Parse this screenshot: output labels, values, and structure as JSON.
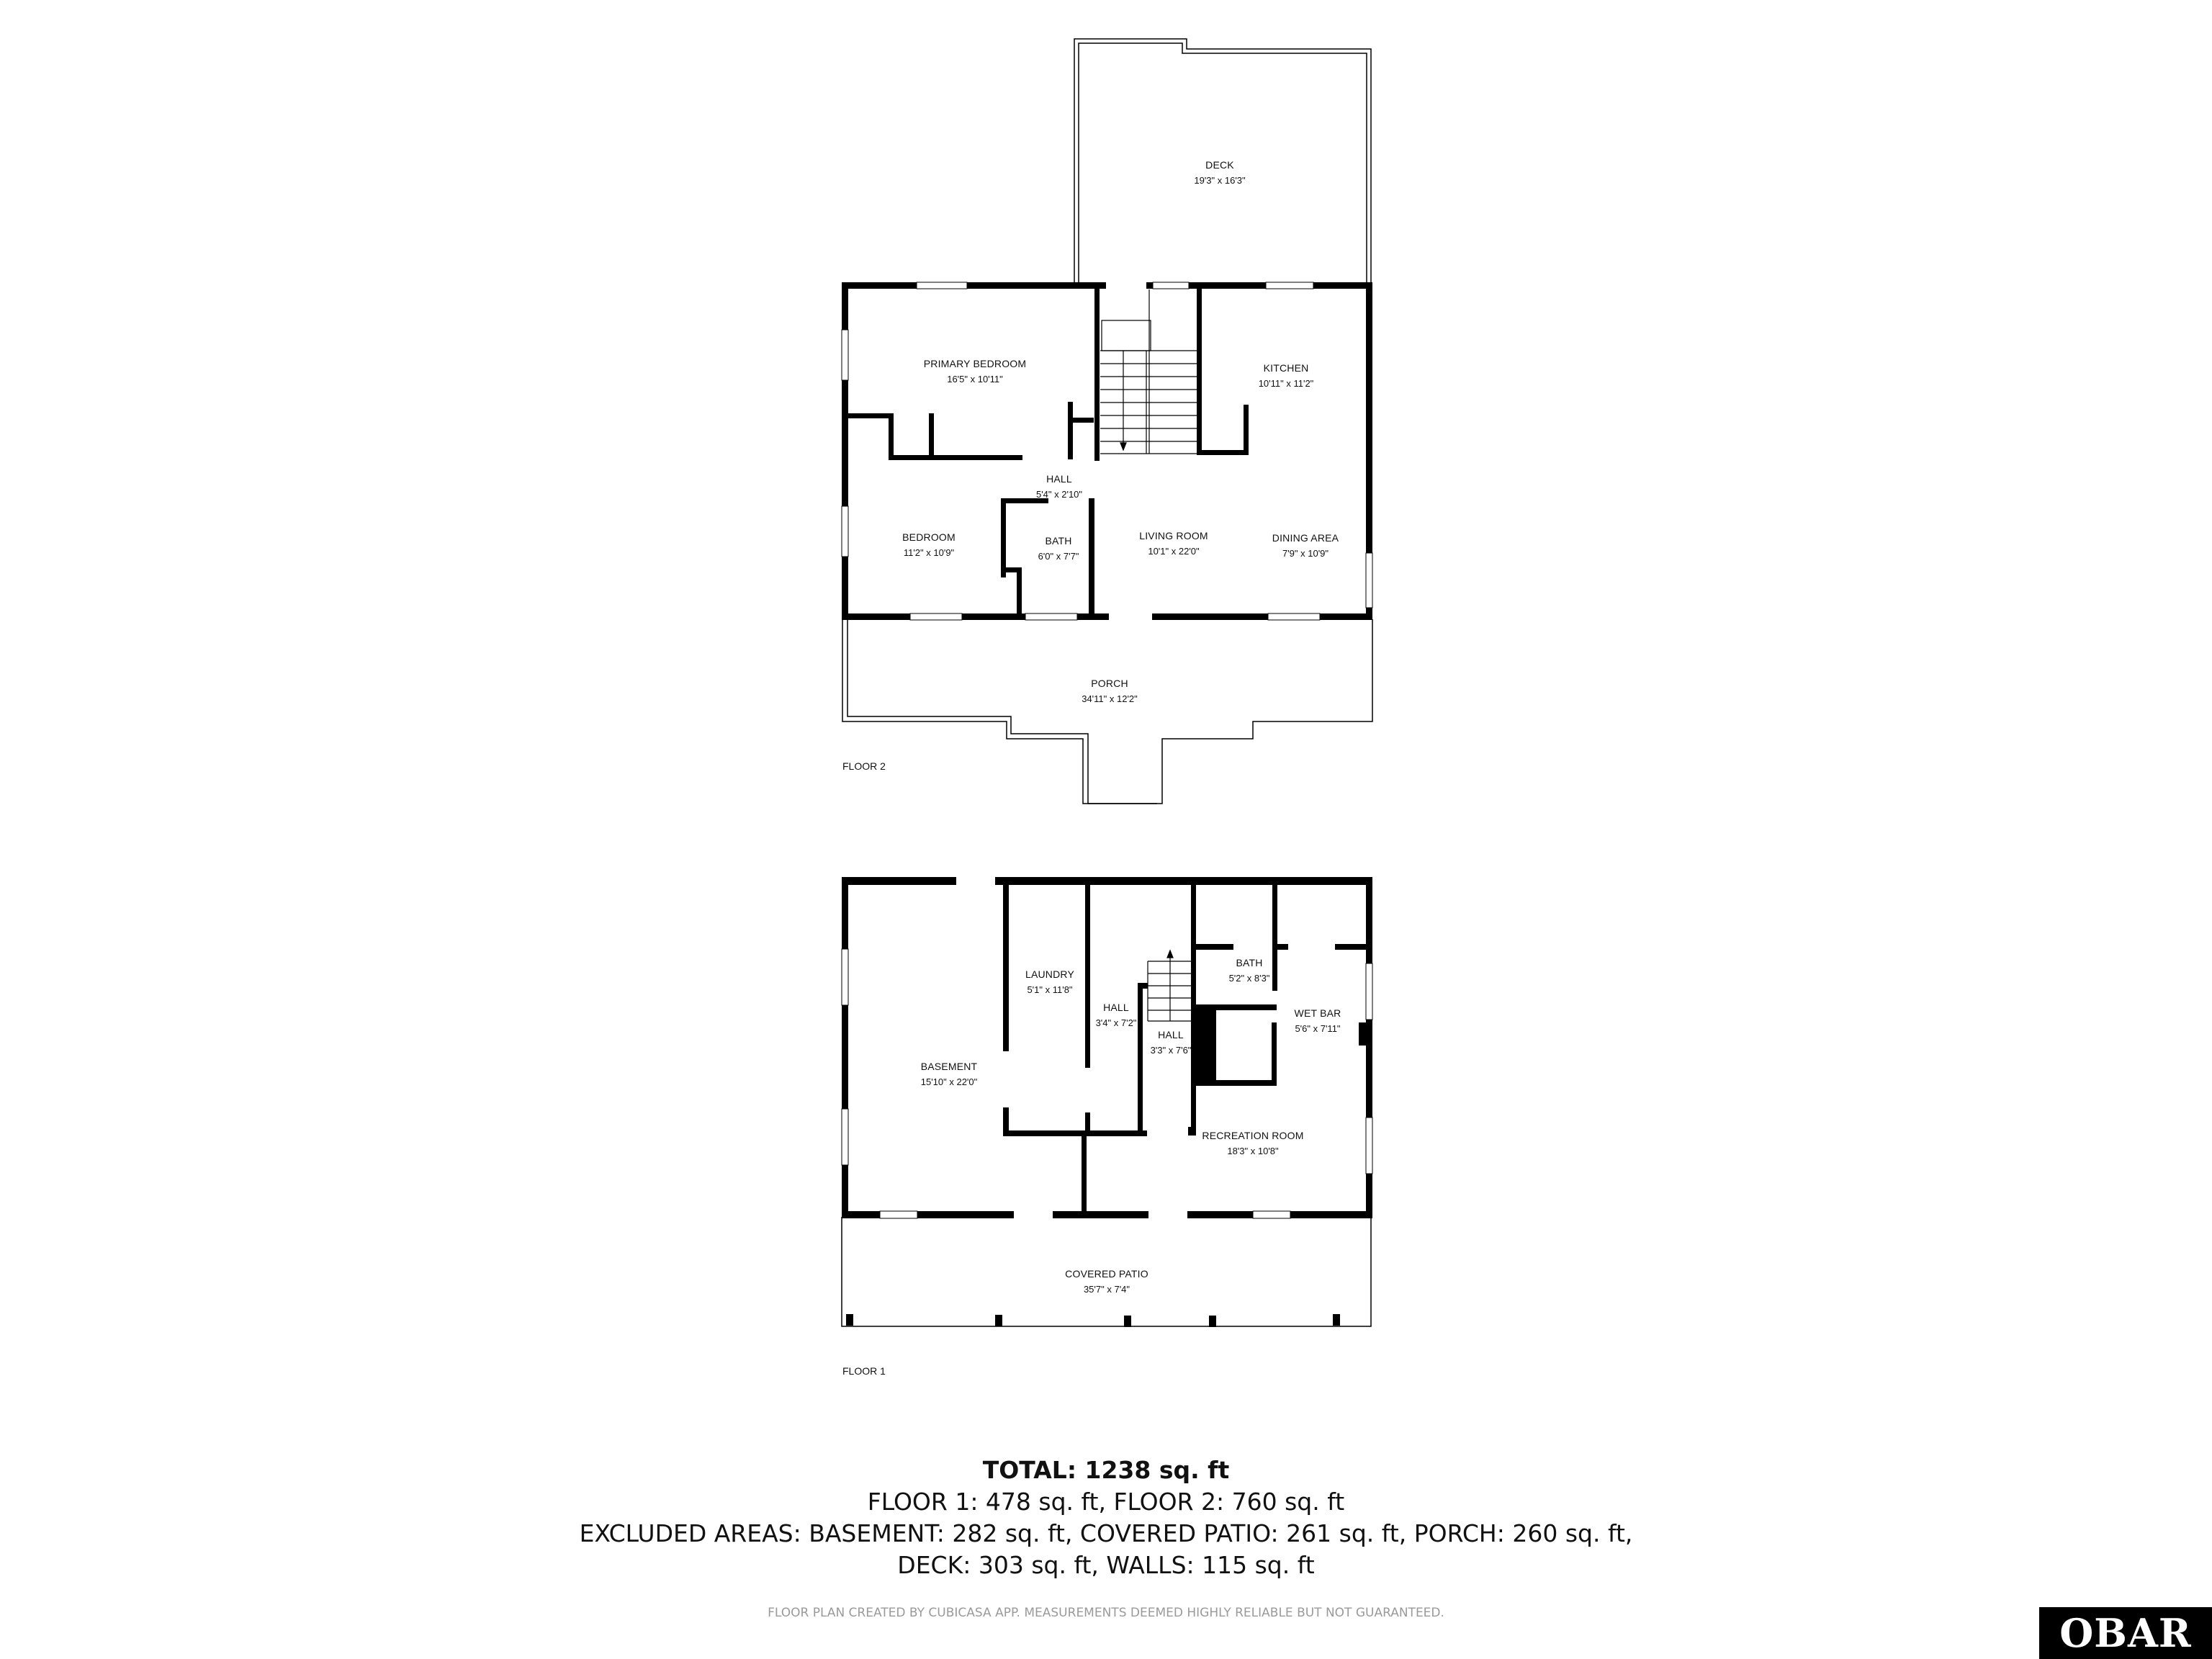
{
  "floor2": {
    "label": "FLOOR 2",
    "rooms": [
      {
        "name": "DECK",
        "dims": "19'3\" x 16'3\""
      },
      {
        "name": "PRIMARY BEDROOM",
        "dims": "16'5\" x 10'11\""
      },
      {
        "name": "KITCHEN",
        "dims": "10'11\" x 11'2\""
      },
      {
        "name": "HALL",
        "dims": "5'4\" x 2'10\""
      },
      {
        "name": "BEDROOM",
        "dims": "11'2\" x 10'9\""
      },
      {
        "name": "BATH",
        "dims": "6'0\" x 7'7\""
      },
      {
        "name": "LIVING ROOM",
        "dims": "10'1\" x 22'0\""
      },
      {
        "name": "DINING AREA",
        "dims": "7'9\" x 10'9\""
      },
      {
        "name": "PORCH",
        "dims": "34'11\" x 12'2\""
      }
    ]
  },
  "floor1": {
    "label": "FLOOR 1",
    "rooms": [
      {
        "name": "LAUNDRY",
        "dims": "5'1\" x 11'8\""
      },
      {
        "name": "BATH",
        "dims": "5'2\" x 8'3\""
      },
      {
        "name": "HALL",
        "dims": "3'4\" x 7'2\""
      },
      {
        "name": "HALL",
        "dims": "3'3\" x 7'6\""
      },
      {
        "name": "WET BAR",
        "dims": "5'6\" x 7'11\""
      },
      {
        "name": "BASEMENT",
        "dims": "15'10\" x 22'0\""
      },
      {
        "name": "RECREATION ROOM",
        "dims": "18'3\" x 10'8\""
      },
      {
        "name": "COVERED PATIO",
        "dims": "35'7\" x 7'4\""
      }
    ]
  },
  "summary": {
    "total": "TOTAL: 1238 sq. ft",
    "floors": "FLOOR 1: 478 sq. ft, FLOOR 2: 760 sq. ft",
    "excluded_1": "EXCLUDED AREAS: BASEMENT: 282 sq. ft, COVERED PATIO: 261 sq. ft, PORCH: 260 sq. ft,",
    "excluded_2": "DECK: 303 sq. ft, WALLS: 115 sq. ft",
    "disclaimer": "FLOOR PLAN CREATED BY CUBICASA APP. MEASUREMENTS DEEMED HIGHLY RELIABLE BUT NOT GUARANTEED."
  },
  "logo": {
    "text": "OBAR"
  },
  "colors": {
    "wall": "#000000",
    "background": "#ffffff",
    "disclaimer": "#9a9a9a"
  }
}
